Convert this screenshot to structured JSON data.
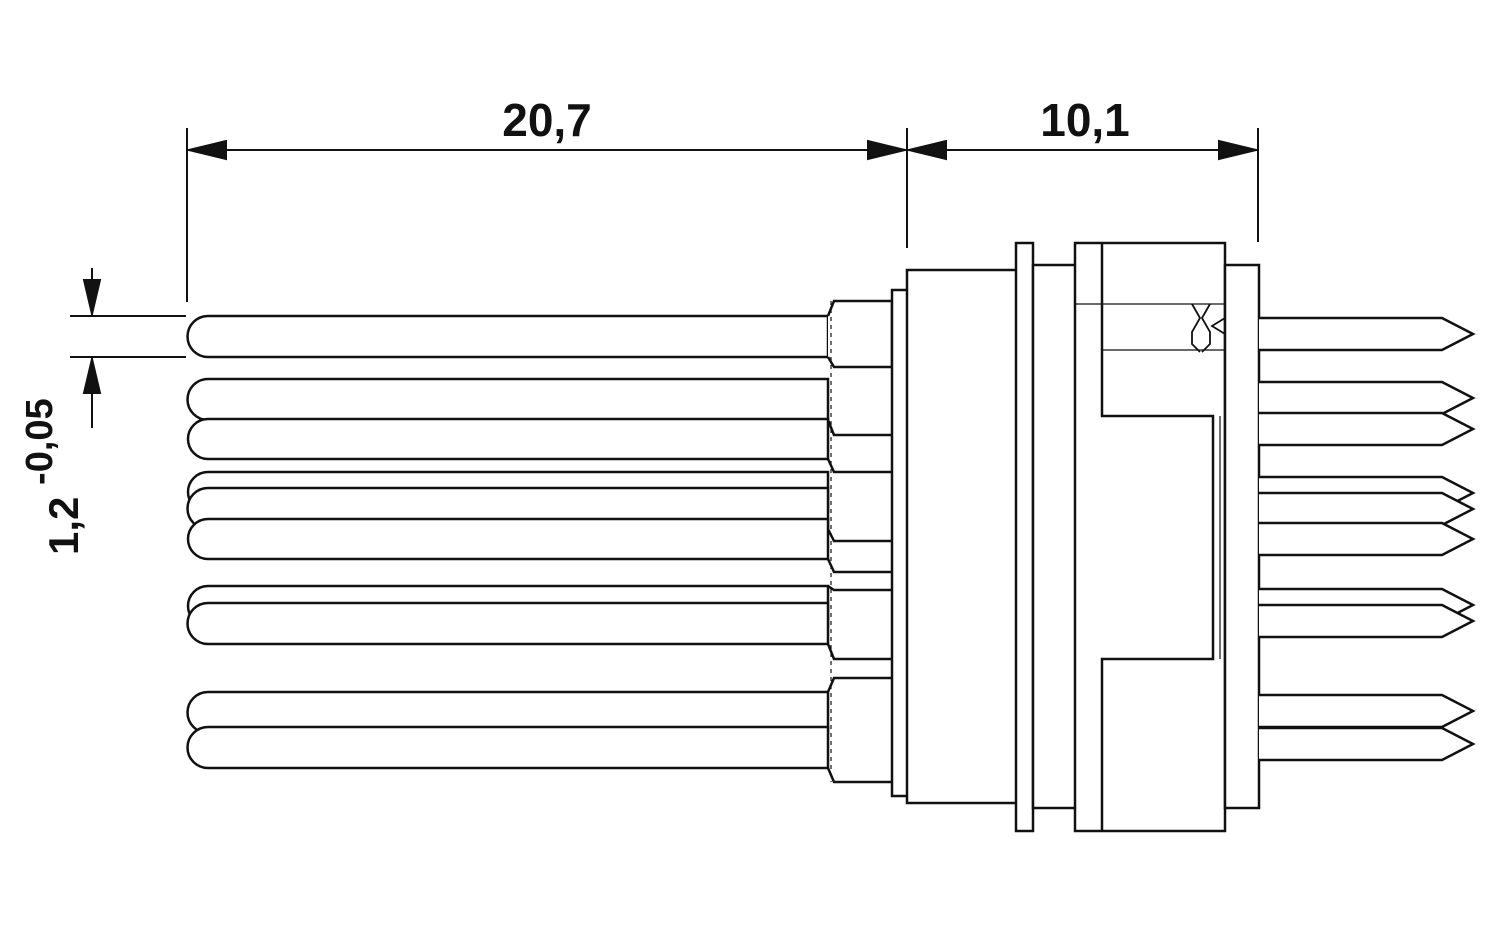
{
  "dimensions": {
    "pin_length": "20,7",
    "housing_length": "10,1",
    "pin_diameter_value": "1,2",
    "pin_diameter_tolerance": "-0,05"
  },
  "colors": {
    "line": "#111111",
    "background": "#ffffff"
  }
}
